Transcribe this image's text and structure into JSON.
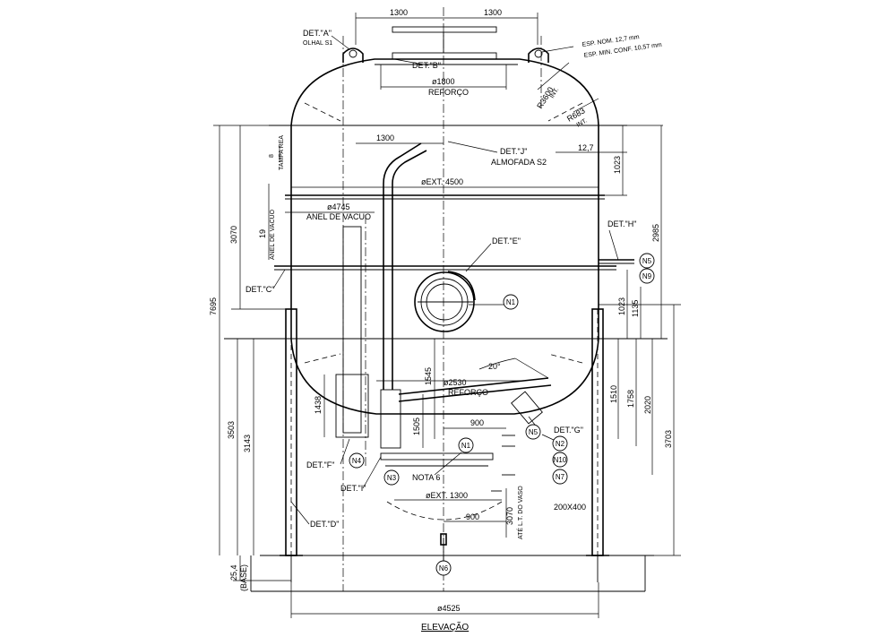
{
  "title": "ELEVAÇÃO",
  "dimensions": {
    "top_left": "1300",
    "top_right": "1300",
    "inner_1300": "1300",
    "reforco_1800": "ø1800",
    "reforco_1800_label": "REFORÇO",
    "ext_4500": "øEXT. 4500",
    "anel_4745": "ø4745",
    "anel_label": "ANEL DE VACUO",
    "reforco_2530": "ø2530",
    "reforco_2530_label": "REFORÇO",
    "angle_20": "20°",
    "r3600": "R3600",
    "r3600_note": "INT.",
    "r683": "R683",
    "r683_note": "INT.",
    "d12_7": "12,7",
    "d1023_top": "1023",
    "d1023_mid": "1023",
    "d2985": "2985",
    "d1135": "1135",
    "d1510": "1510",
    "d1758": "1758",
    "d2020": "2020",
    "d3703": "3703",
    "d7695": "7695",
    "d3070_left": "3070",
    "d19": "19",
    "anel_vacuo_vertical": "ANEL DE VACUO",
    "d8": "8",
    "d8_note": "TAMPA REA",
    "d3503": "3503",
    "d3143": "3143",
    "d1438": "1438",
    "d1545": "1545",
    "d1505": "1505",
    "d900_a": "900",
    "d900_b": "900",
    "ext_1300": "øEXT. 1300",
    "d3070_bottom": "3070",
    "d3070_bottom_note": "ATÉ L.T. DO VASO",
    "d200x400": "200X400",
    "d4525": "ø4525",
    "d25_4": "25,4",
    "base": "(BASE)"
  },
  "notes": {
    "esp_nom": "ESP. NOM. 12,7 mm",
    "esp_min": "ESP. MIN. CONF. 10,57 mm",
    "nota6": "NOTA 6"
  },
  "details": {
    "a": "DET.\"A\"",
    "a_sub": "OLHAL S1",
    "b": "DET.\"B\"",
    "j": "DET.\"J\"",
    "j_sub": "ALMOFADA S2",
    "e": "DET.\"E\"",
    "h": "DET.\"H\"",
    "c": "DET.\"C\"",
    "g": "DET.\"G\"",
    "f": "DET.\"F\"",
    "i": "DET.\"I\"",
    "d": "DET.\"D\""
  },
  "nozzles": {
    "n1": "N1",
    "n1b": "N1",
    "n2": "N2",
    "n3": "N3",
    "n4": "N4",
    "n5a": "N5",
    "n5b": "N5",
    "n6": "N6",
    "n7": "N7",
    "n9": "N9",
    "n10": "N10"
  }
}
